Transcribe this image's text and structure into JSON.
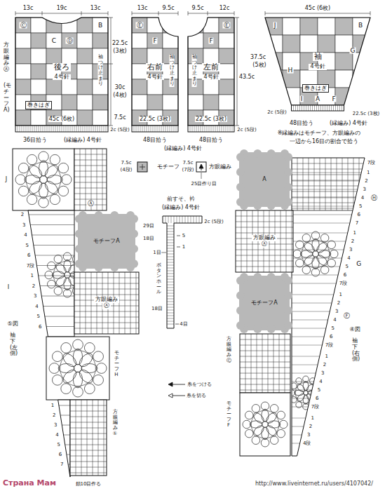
{
  "diagram": {
    "nodes": [
      {
        "text": [
          "後ろ",
          "4号針"
        ]
      },
      {
        "text": [
          "右前",
          "4号針"
        ]
      },
      {
        "text": [
          "左前",
          "4号針"
        ]
      },
      {
        "text": [
          "袖",
          "4号針"
        ]
      },
      {
        "text": [
          "モチーフA"
        ]
      },
      {
        "text": [
          "方眼編み",
          "Ⓐ"
        ]
      },
      {
        "text": [
          "A"
        ]
      },
      {
        "text": [
          "方眼編み",
          "Ⓐ"
        ]
      },
      {
        "text": [
          "モチーフA"
        ]
      }
    ],
    "labels": [
      "13c",
      "19c",
      "13c",
      "Ⓒ",
      "B",
      "C",
      "Ⓓ",
      "巻きはぎ",
      "方眼編みⒶ",
      "(モチーフA)",
      "袖つけ止まり",
      "22.5c",
      "(3枚)",
      "30c",
      "(4枚)",
      "7.5c",
      "45c (6枚)",
      "2c (5段)",
      "36目拾う",
      "(縁編み) 4号針",
      "13c",
      "9.5c",
      "Ⓔ",
      "F",
      "22.5c (3枚)",
      "袖つけ止まり",
      "48目拾う",
      "(縁編み) 4号針",
      "9.5c",
      "12c",
      "Ⓔ",
      "F",
      "22.5c (3枚)",
      "袖つけ止まり",
      "43.5c",
      "2c (5段)",
      "48目拾う",
      "45c (6枚)",
      "J",
      "B",
      "G",
      "H",
      "巻きはぎ",
      "I",
      "A",
      "F",
      "37.5c",
      "(5枚)",
      "22.5c (3枚)",
      "2c (5段)",
      "48目拾う",
      "(縁編み) 4号針",
      "※縁編みはモチーフ、方眼編みの",
      "一辺から16目の割合で拾う",
      "7.5c",
      "(4段)",
      "モチーフ",
      "7.5c",
      "(7段)",
      "方眼編み",
      "25目作り目",
      "前すそ、衿",
      "(縁編み) 4号針",
      "29目",
      "18目",
      "2c (5段)",
      "1目",
      "ボタンホール",
      "18目",
      "5",
      "1",
      "4目",
      "J",
      "Ⓐ",
      "2",
      "3",
      "4",
      "5",
      "6",
      "7段",
      "1",
      "2",
      "3",
      "4",
      "5",
      "6",
      "I",
      "⑤図",
      "袖下(左側)",
      "モチーフH",
      "方眼編み①",
      "1",
      "2",
      "3",
      "4",
      "5",
      "6",
      "7",
      "鎖10目作る",
      "7段",
      "1",
      "2",
      "3",
      "4",
      "5",
      "6",
      "7",
      "1",
      "2",
      "3",
      "4",
      "5",
      "6",
      "7段",
      "1",
      "2",
      "3",
      "4",
      "5",
      "6",
      "7段",
      "1",
      "2",
      "3",
      "4",
      "5",
      "6",
      "7段",
      "1",
      "2",
      "3",
      "4段",
      "Ⓗ",
      "G",
      "Ⓕ",
      "④図",
      "袖下(右側)",
      "方眼編みⒸ",
      "モチーフF",
      "糸をつける",
      "糸を切る",
      "Страна Мам",
      "http://www.liveinternet.ru/users/4107042/"
    ]
  }
}
